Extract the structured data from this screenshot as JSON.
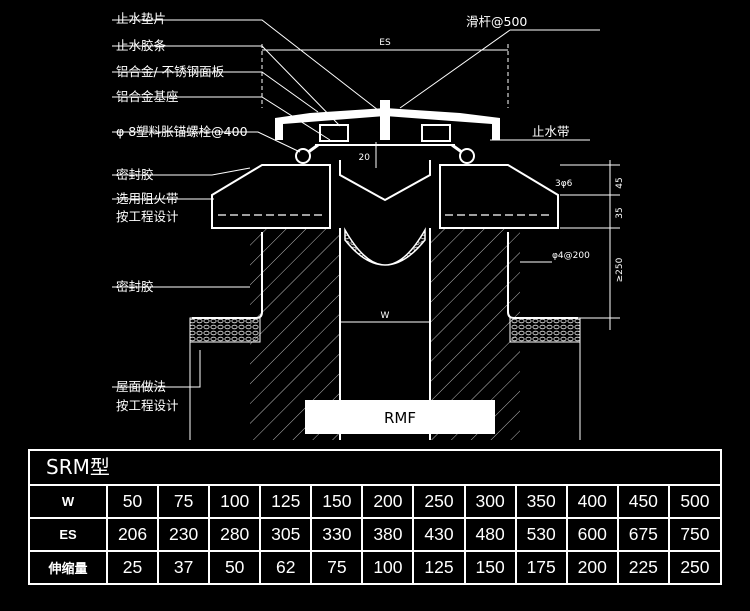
{
  "diagram": {
    "labels": {
      "waterstop_pad": "止水垫片",
      "waterstop_strip": "止水胶条",
      "cover_plate": "铝合金/ 不锈钢面板",
      "base": "铝合金基座",
      "anchor_bolt": "φ 8塑料胀锚螺栓@400",
      "sealant_top": "密封胶",
      "fire_belt": "选用阻火带",
      "per_design_1": "按工程设计",
      "sealant_bottom": "密封胶",
      "roof_method": "屋面做法",
      "per_design_2": "按工程设计",
      "slide_bar": "滑杆@500",
      "waterstop_belt": "止水带",
      "es": "ES",
      "w": "W",
      "dim_20": "20",
      "dim_45": "45",
      "dim_35": "35",
      "dim_250": "≥250",
      "bar_3phi6": "3φ6",
      "bar_phi4": "φ4@200",
      "model_box": "RMF"
    }
  },
  "specs": {
    "title": "SRM型",
    "rows": [
      {
        "label": "W",
        "values": [
          "50",
          "75",
          "100",
          "125",
          "150",
          "200",
          "250",
          "300",
          "350",
          "400",
          "450",
          "500"
        ]
      },
      {
        "label": "ES",
        "values": [
          "206",
          "230",
          "280",
          "305",
          "330",
          "380",
          "430",
          "480",
          "530",
          "600",
          "675",
          "750"
        ]
      },
      {
        "label": "伸缩量",
        "values": [
          "25",
          "37",
          "50",
          "62",
          "75",
          "100",
          "125",
          "150",
          "175",
          "200",
          "225",
          "250"
        ]
      }
    ]
  }
}
